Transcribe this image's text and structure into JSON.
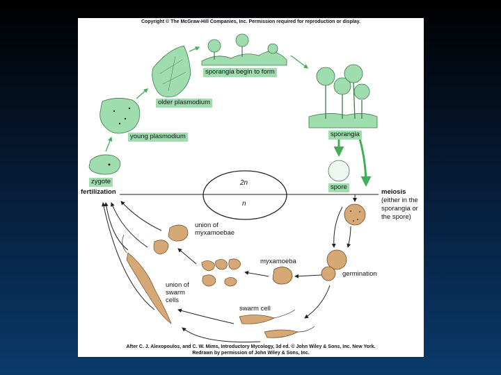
{
  "header": {
    "copyright": "Copyright © The McGraw-Hill Companies, Inc. Permission required for reproduction or display."
  },
  "labels": {
    "sporangia_begin": "sporangia begin to form",
    "older_plasmodium": "older plasmodium",
    "young_plasmodium": "young plasmodium",
    "zygote": "zygote",
    "sporangia": "sporangia",
    "spore": "spore",
    "fertilization": "fertilization",
    "meiosis_title": "meiosis",
    "meiosis_line1": "(either in the",
    "meiosis_line2": "sporangia or",
    "meiosis_line3": "the spore)",
    "union_myx_1": "union of",
    "union_myx_2": "myxamoebae",
    "myxamoeba": "myxamoeba",
    "germination": "germination",
    "union_swarm_1": "union of",
    "union_swarm_2": "swarm",
    "union_swarm_3": "cells",
    "swarm_cell": "swarm cell",
    "diploid": "2n",
    "haploid": "n"
  },
  "footer": {
    "credit_line1": "After C. J. Alexopoulos, and C. W. Mims, Introductory Mycology, 3d ed. © John Wiley & Sons, Inc. New York.",
    "credit_line2": "Redrawn by permission of John Wiley & Sons, Inc."
  },
  "colors": {
    "diploid_green": "#9fdcae",
    "haploid_tan": "#d6a875",
    "arrow_green": "#3fae5a",
    "background_top": "#000000",
    "background_bottom": "#0a3a6b"
  }
}
